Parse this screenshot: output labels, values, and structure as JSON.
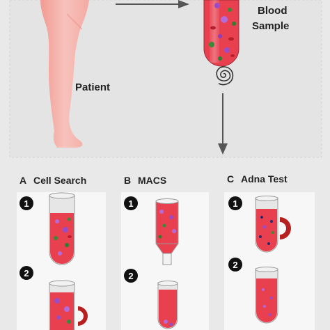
{
  "top": {
    "patient_label": "Patient",
    "blood_label_line1": "Blood",
    "blood_label_line2": "Sample"
  },
  "panels": [
    {
      "letter": "A",
      "title": "Cell Search"
    },
    {
      "letter": "B",
      "title": "MACS"
    },
    {
      "letter": "C",
      "title": "Adna Test"
    }
  ],
  "steps": [
    "1",
    "2"
  ],
  "colors": {
    "background": "#e9e9e9",
    "panel": "#f7f7f7",
    "blood": "#e8404f",
    "patient": "#f6b3ad",
    "magnet": "#b72020",
    "arrow": "#555555",
    "step_badge": "#111111"
  },
  "icons": [
    "patient-silhouette-icon",
    "centrifuge-spiral-icon",
    "magnet-icon",
    "test-tube-icon"
  ]
}
